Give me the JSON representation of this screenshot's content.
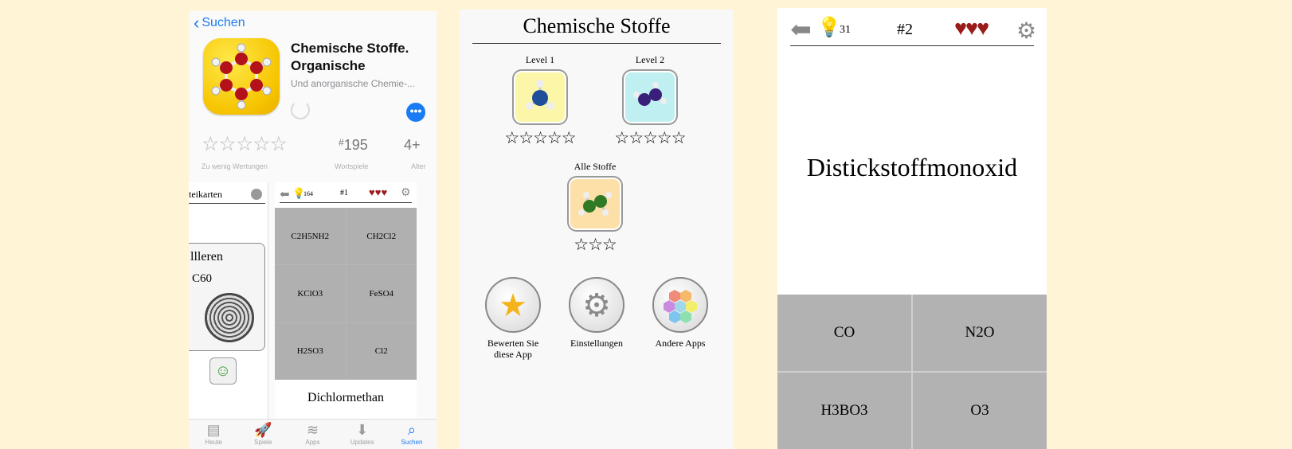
{
  "appstore": {
    "back_label": "Suchen",
    "title": "Chemische Stoffe. Organische",
    "subtitle": "Und anorganische Chemie-...",
    "more_label": "•••",
    "rating_stars": "☆☆☆☆☆",
    "rating_caption": "Zu wenig Wertungen",
    "rank_hash": "#",
    "rank_value": "195",
    "rank_caption": "Wortspiele",
    "age_value": "4+",
    "age_caption": "Alter",
    "shot_a": {
      "header": "teikarten",
      "card_name": "llleren",
      "card_formula": "C60"
    },
    "shot_b": {
      "hints": "164",
      "number": "#1",
      "hearts": "♥♥♥",
      "cells": [
        "C2H5NH2",
        "CH2Cl2",
        "KClO3",
        "FeSO4",
        "H2SO3",
        "Cl2"
      ],
      "word": "Dichlormethan"
    },
    "tabs": [
      {
        "label": "Heute",
        "icon": "▤"
      },
      {
        "label": "Spiele",
        "icon": "🚀"
      },
      {
        "label": "Apps",
        "icon": "≋"
      },
      {
        "label": "Updates",
        "icon": "⬇"
      },
      {
        "label": "Suchen",
        "icon": "⌕"
      }
    ]
  },
  "menu": {
    "title": "Chemische Stoffe",
    "level1": {
      "label": "Level 1",
      "stars": "☆☆☆☆☆",
      "color": "#fbf6a8"
    },
    "level2": {
      "label": "Level 2",
      "stars": "☆☆☆☆☆",
      "color": "#bfeff0"
    },
    "all": {
      "label": "Alle Stoffe",
      "stars": "☆☆☆",
      "color": "#fce0a8"
    },
    "rate": {
      "label_line1": "Bewerten Sie",
      "label_line2": "diese App",
      "icon": "★"
    },
    "settings": {
      "label": "Einstellungen",
      "icon": "⚙"
    },
    "other": {
      "label": "Andere Apps",
      "icon": "⬢"
    }
  },
  "quiz": {
    "hints": "31",
    "number": "#2",
    "hearts": "♥♥♥",
    "word": "Distickstoffmonoxid",
    "answers": [
      "CO",
      "N2O",
      "H3BO3",
      "O3"
    ]
  }
}
